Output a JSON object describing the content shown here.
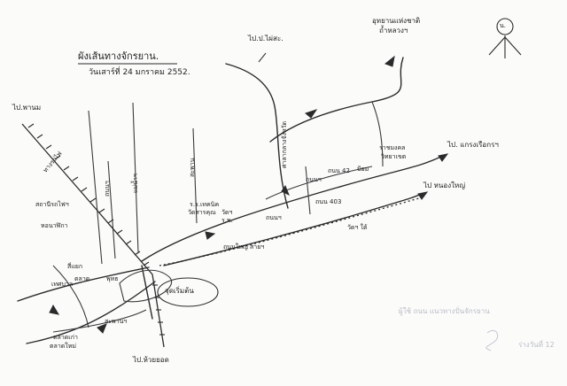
{
  "title": {
    "main": "ผังเส้นทางจักรยาน.",
    "date": "วันเสาร์ที่ 24 มกราคม 2552."
  },
  "compass": {
    "letter": "น."
  },
  "destinations": {
    "phanom": "ไป.พานม",
    "phrasa": "ไป.ป.ไผ่สะ.",
    "national_park": "อุทยานแห่งชาติ",
    "national_park_2": "ถ้ำหลวงฯ",
    "kaeng": "ไป. แกรงเรือกรฯ",
    "chiang_mai": "ไป หนองใหญ่",
    "huay_yot": "ไป.ห้วยยอด"
  },
  "places": {
    "station": "สถานีรถไฟฯ",
    "market": "ตลาด",
    "school": "ร.ร.เทคนิค",
    "school_2": "วัดสารคุณ",
    "temple": "วัดฯ",
    "hospital": "ร.พ.",
    "rajamangala": "ราชมงคล",
    "rajamangala_2": "วิทยาเขต",
    "checkpoint": "ป้อม",
    "road_42": "ถนน 42",
    "road_403": "ถนน 403",
    "provincial_hall": "ศาลากลางจังหวัด",
    "road_label_a": "ถนนฯ",
    "road_label_b": "ถนนฯ",
    "road_label_c": "ถนนฯ",
    "bridge": "สะพาน",
    "hat_market": "ตลาดเก่า",
    "kho_tlo": "ตลาดใหม่",
    "phuttha": "พุทธ",
    "river": "แม่น้ำฯ",
    "main_road": "ถนนใหญ่ สายฯ",
    "city_hall": "เทศบาล",
    "temple_south": "วัดฯ ใต้",
    "clock": "หอนาฬิกา",
    "start_point": "จุดเริ่มต้น",
    "corner": "สี่แยก",
    "saphan": "สะพานฯ",
    "railroad": "ทางรถไฟ"
  },
  "faint_notes": {
    "note_1": "ผู้ใช้ ถนน แนวทางปั่นจักรยาน",
    "note_2": "ร่างวันที่ 12"
  }
}
